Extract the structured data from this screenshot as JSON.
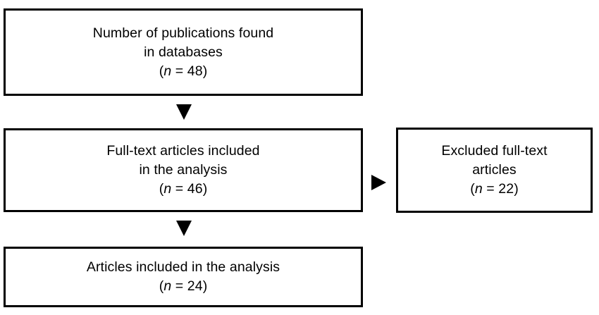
{
  "diagram": {
    "type": "prisma-flow-diagram",
    "boxes": [
      {
        "id": "found",
        "lines": [
          "Number of publications found",
          "in databases"
        ],
        "count_prefix": "(",
        "count_symbol": "n",
        "count_operator": " = ",
        "count_value": "48",
        "count_suffix": ")"
      },
      {
        "id": "fulltext",
        "lines": [
          "Full-text articles included",
          "in the analysis"
        ],
        "count_prefix": "(",
        "count_symbol": "n",
        "count_operator": " = ",
        "count_value": "46",
        "count_suffix": ")"
      },
      {
        "id": "excluded",
        "lines": [
          "Excluded full-text",
          "articles"
        ],
        "count_prefix": "(",
        "count_symbol": "n",
        "count_operator": " = ",
        "count_value": "22",
        "count_suffix": ")"
      },
      {
        "id": "included",
        "lines": [
          "Articles included in the analysis"
        ],
        "count_prefix": "(",
        "count_symbol": "n",
        "count_operator": " = ",
        "count_value": "24",
        "count_suffix": ")"
      }
    ],
    "arrows": [
      {
        "id": "found-to-fulltext",
        "direction": "down",
        "glyph": "down-triangle"
      },
      {
        "id": "fulltext-to-included",
        "direction": "down",
        "glyph": "down-triangle"
      },
      {
        "id": "fulltext-to-excluded",
        "direction": "right",
        "glyph": "right-triangle"
      }
    ],
    "colors": {
      "background": "#ffffff",
      "box_fill": "#ffffff",
      "border": "#000000",
      "text": "#000000",
      "arrow": "#000000"
    }
  }
}
